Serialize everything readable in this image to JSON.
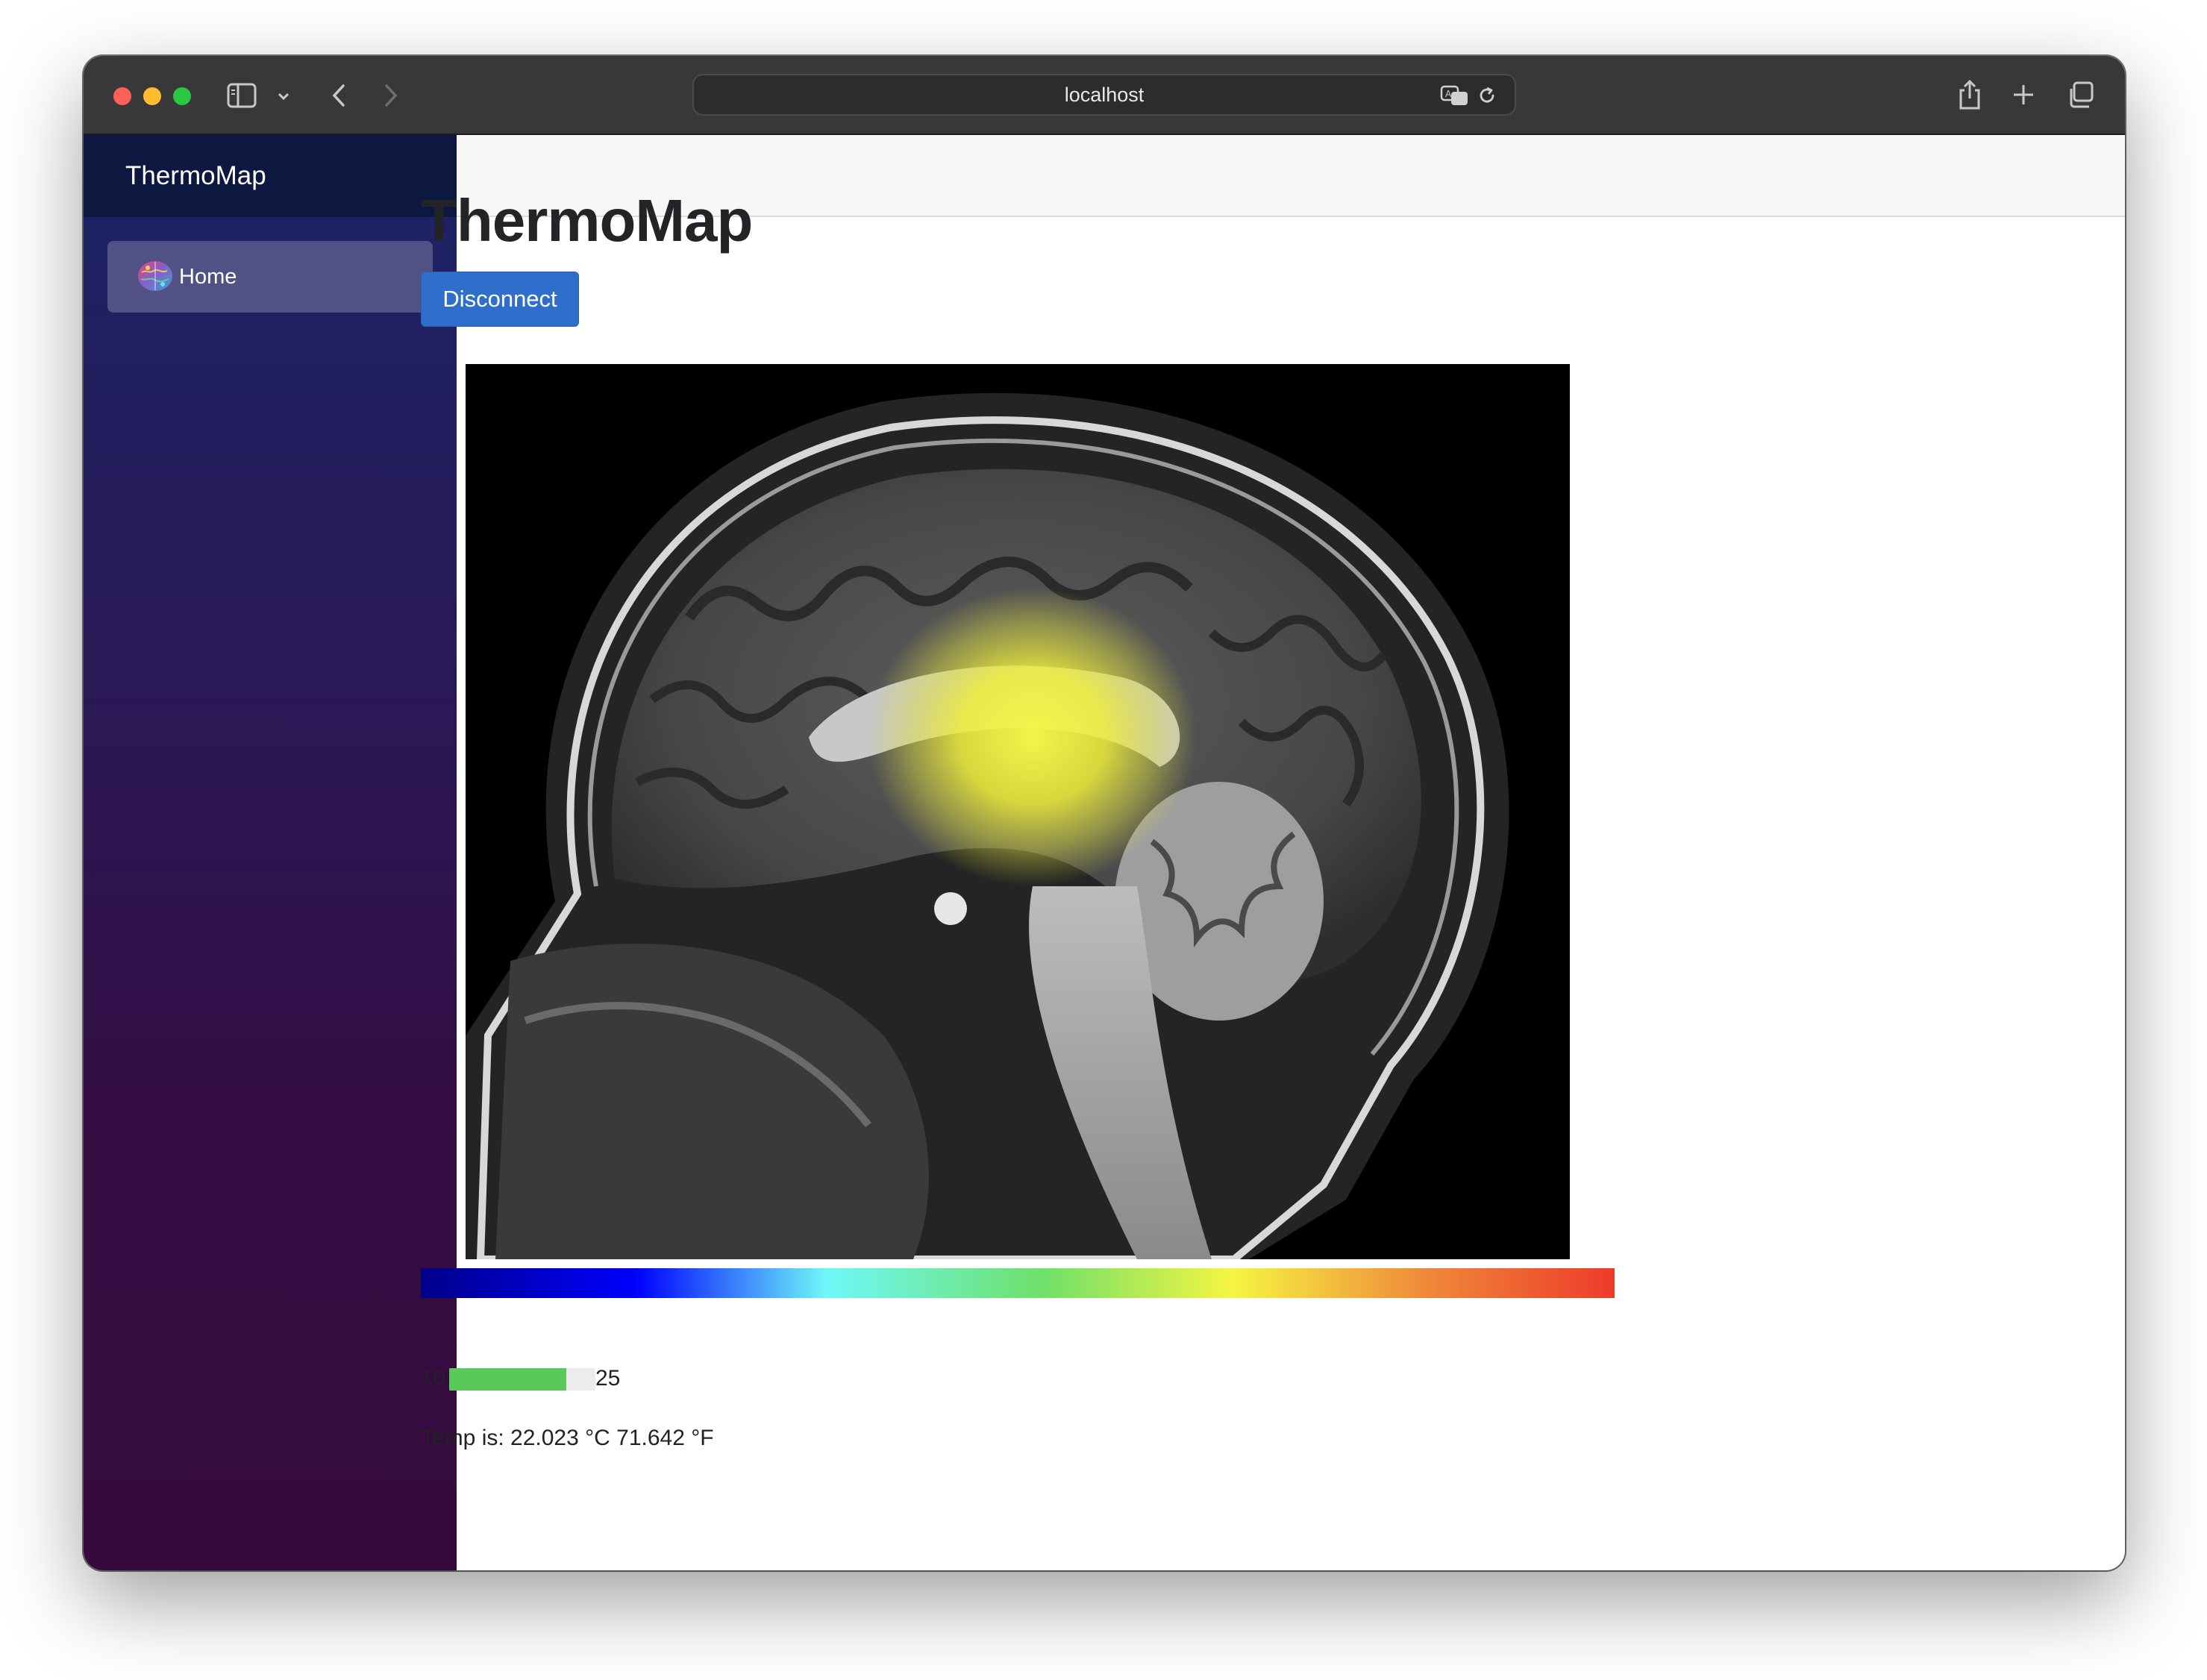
{
  "browser": {
    "url": "localhost",
    "icons": [
      "sidebar-toggle-icon",
      "chevron-down-icon",
      "back-icon",
      "forward-icon",
      "translate-icon",
      "reload-icon",
      "share-icon",
      "new-tab-icon",
      "tabs-overview-icon"
    ]
  },
  "sidebar": {
    "brand": "ThermoMap",
    "items": [
      {
        "label": "Home",
        "icon": "brain-icon",
        "active": true
      }
    ]
  },
  "main": {
    "title": "ThermoMap",
    "disconnect_label": "Disconnect",
    "range": {
      "min_label": "10",
      "max_label": "25",
      "level_fraction": 0.802
    },
    "temperature": {
      "prefix": "Temp is:",
      "celsius": "22.023",
      "celsius_unit": "°C",
      "fahrenheit": "71.642",
      "fahrenheit_unit": "°F"
    }
  },
  "colors": {
    "accent": "#2f6fcb",
    "meter_fill": "#5ac85a",
    "heat_overlay": "#f5f542",
    "colormap_stops": [
      "#00008b",
      "#0000ff",
      "#6ff8f8",
      "#6ee06a",
      "#f5f542",
      "#ef8a3a",
      "#ee3a2a"
    ]
  }
}
